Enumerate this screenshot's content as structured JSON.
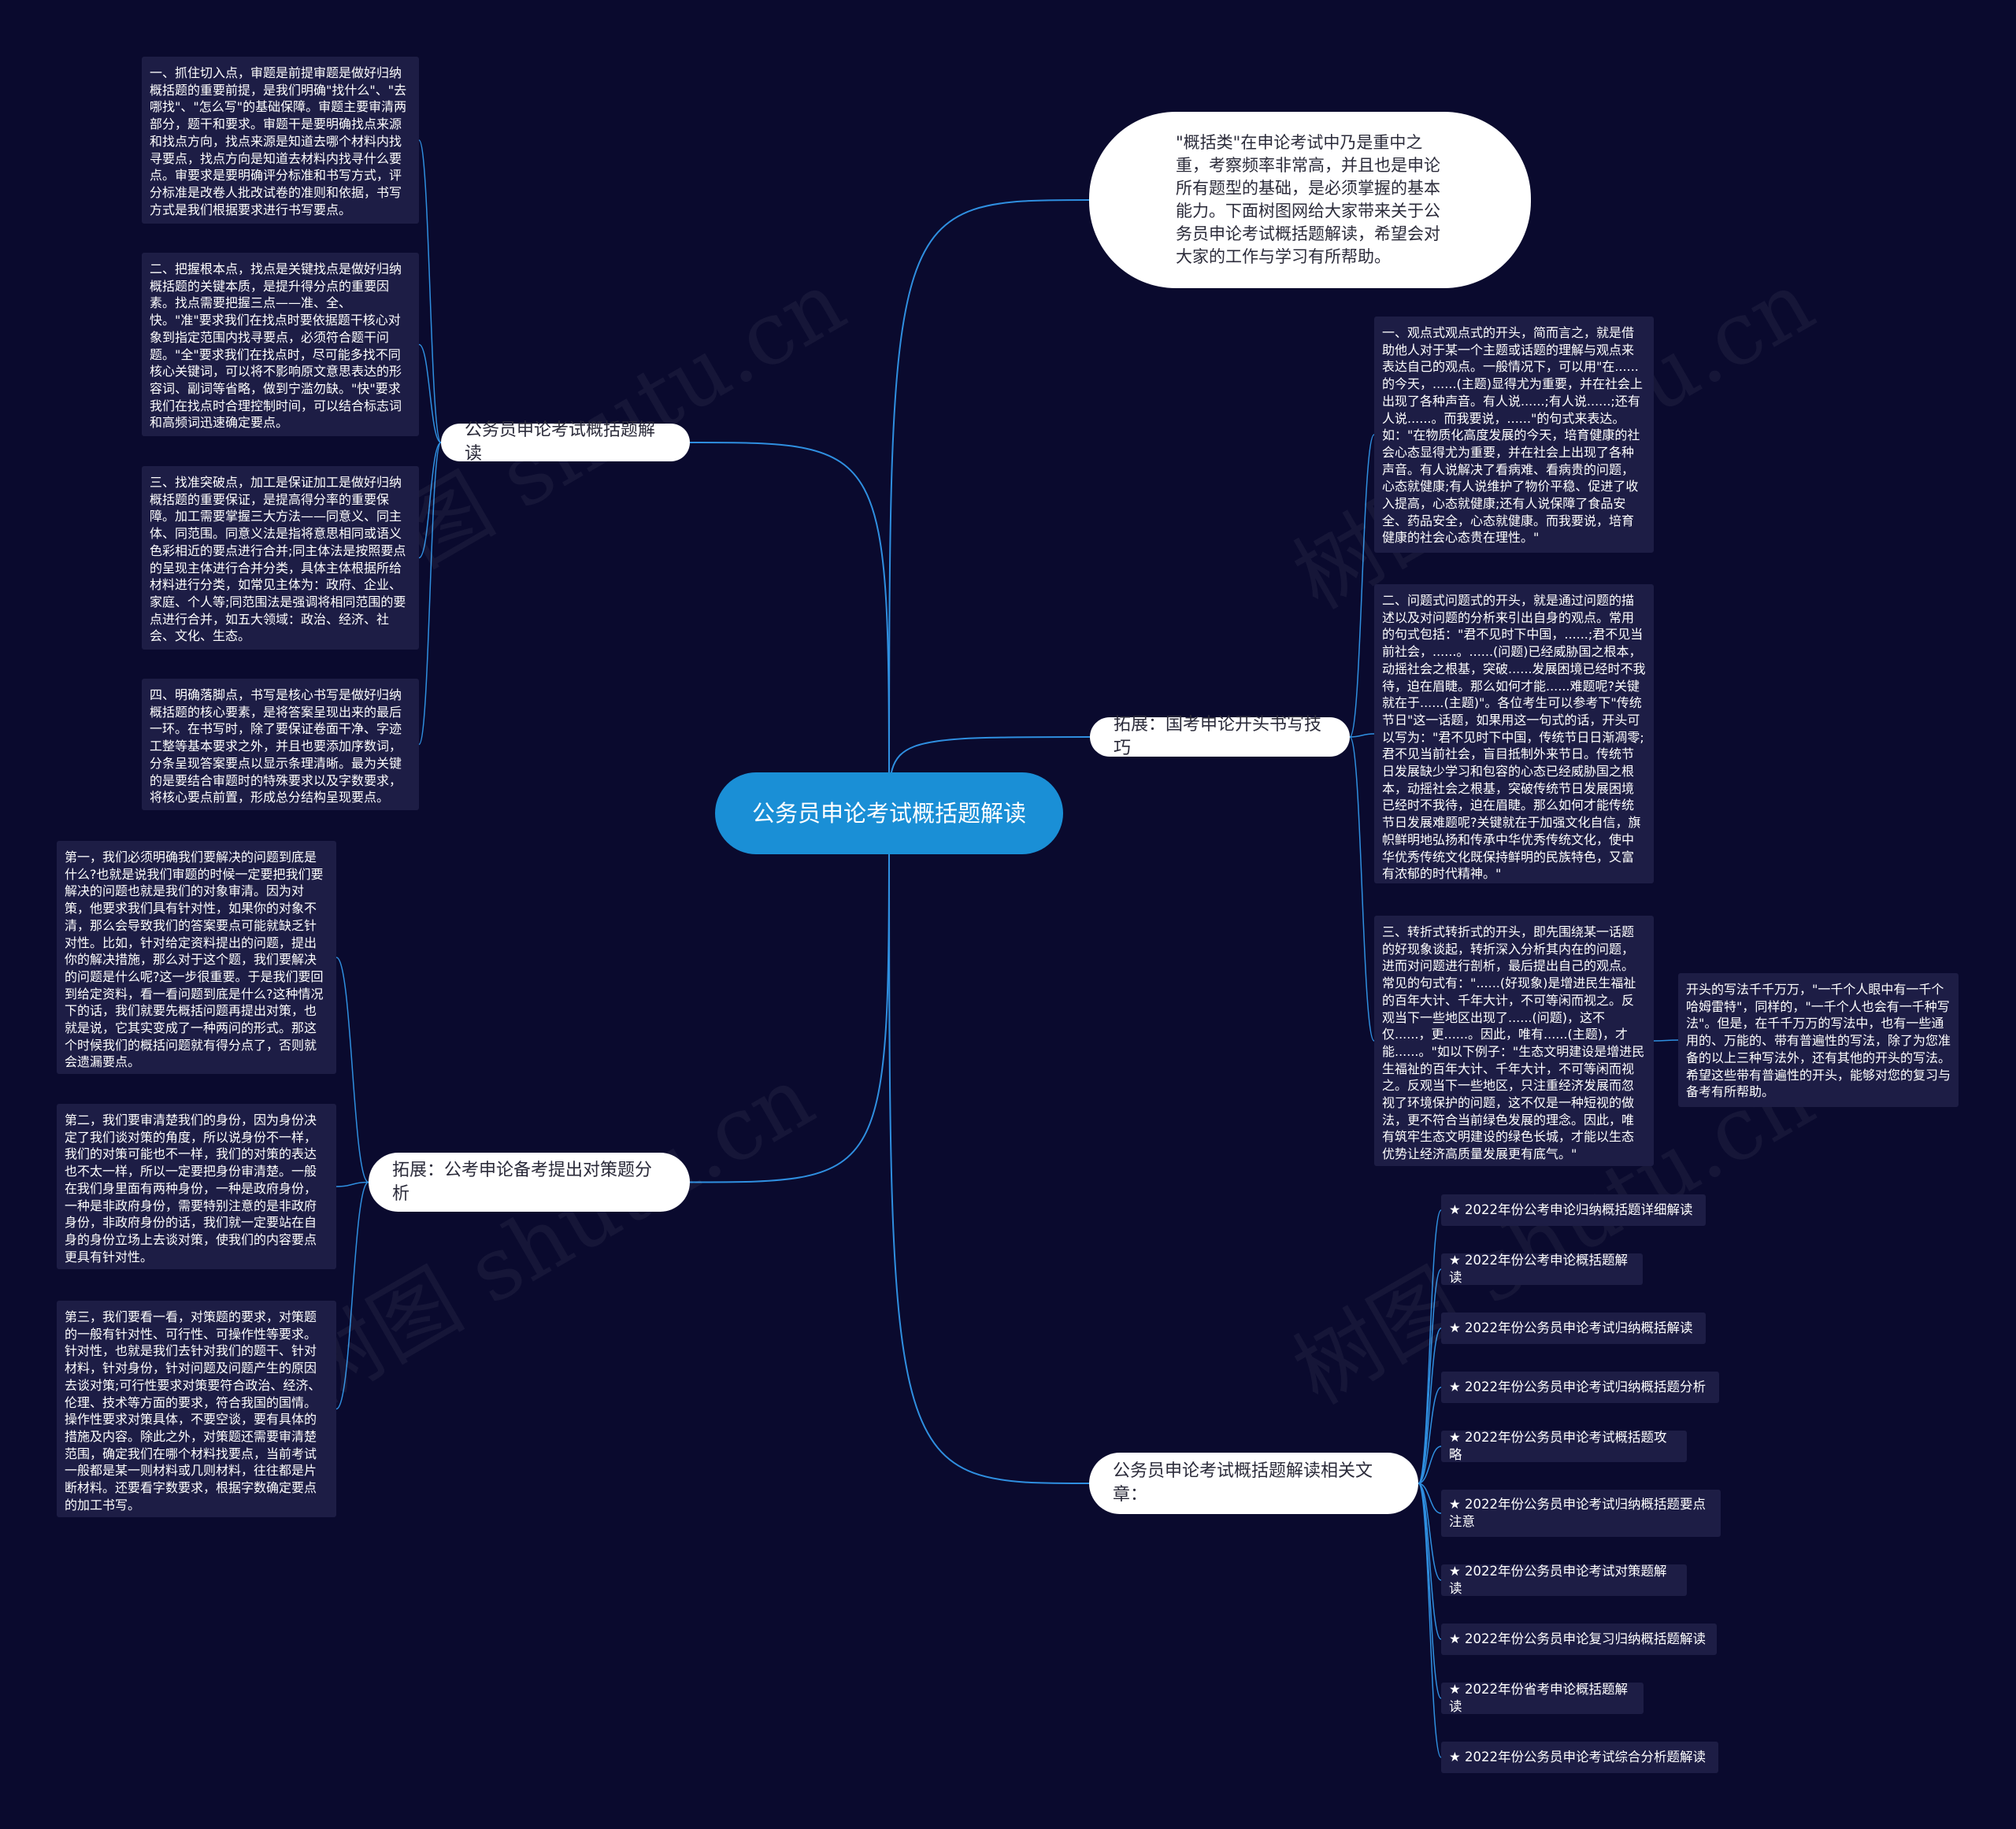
{
  "center": {
    "title": "公务员申论考试概括题解读"
  },
  "intro": {
    "text": "\"概括类\"在申论考试中乃是重中之重，考察频率非常高，并且也是申论所有题型的基础，是必须掌握的基本能力。下面树图网给大家带来关于公务员申论考试概括题解读，希望会对大家的工作与学习有所帮助。"
  },
  "branches": {
    "interpret": {
      "label": "公务员申论考试概括题解读",
      "items": [
        "一、抓住切入点，审题是前提审题是做好归纳概括题的重要前提，是我们明确\"找什么\"、\"去哪找\"、\"怎么写\"的基础保障。审题主要审清两部分，题干和要求。审题干是要明确找点来源和找点方向，找点来源是知道去哪个材料内找寻要点，找点方向是知道去材料内找寻什么要点。审要求是要明确评分标准和书写方式，评分标准是改卷人批改试卷的准则和依据，书写方式是我们根据要求进行书写要点。",
        "二、把握根本点，找点是关键找点是做好归纳概括题的关键本质，是提升得分点的重要因素。找点需要把握三点——准、全、快。\"准\"要求我们在找点时要依据题干核心对象到指定范围内找寻要点，必须符合题干问题。\"全\"要求我们在找点时，尽可能多找不同核心关键词，可以将不影响原文意思表达的形容词、副词等省略，做到宁滥勿缺。\"快\"要求我们在找点时合理控制时间，可以结合标志词和高频词迅速确定要点。",
        "三、找准突破点，加工是保证加工是做好归纳概括题的重要保证，是提高得分率的重要保障。加工需要掌握三大方法——同意义、同主体、同范围。同意义法是指将意思相同或语义色彩相近的要点进行合并;同主体法是按照要点的呈现主体进行合并分类，具体主体根据所给材料进行分类，如常见主体为：政府、企业、家庭、个人等;同范围法是强调将相同范围的要点进行合并，如五大领域：政治、经济、社会、文化、生态。",
        "四、明确落脚点，书写是核心书写是做好归纳概括题的核心要素，是将答案呈现出来的最后一环。在书写时，除了要保证卷面干净、字迹工整等基本要求之外，并且也要添加序数词，分条呈现答案要点以显示条理清晰。最为关键的是要结合审题时的特殊要求以及字数要求，将核心要点前置，形成总分结构呈现要点。"
      ]
    },
    "opening": {
      "label": "拓展：国考申论开头书写技巧",
      "items": [
        "一、观点式观点式的开头，简而言之，就是借助他人对于某一个主题或话题的理解与观点来表达自己的观点。一般情况下，可以用\"在......的今天，......(主题)显得尤为重要，并在社会上出现了各种声音。有人说......;有人说......;还有人说......。而我要说，......\"的句式来表达。如：\"在物质化高度发展的今天，培育健康的社会心态显得尤为重要，并在社会上出现了各种声音。有人说解决了看病难、看病贵的问题，心态就健康;有人说维护了物价平稳、促进了收入提高，心态就健康;还有人说保障了食品安全、药品安全，心态就健康。而我要说，培育健康的社会心态贵在理性。\"",
        "二、问题式问题式的开头，就是通过问题的描述以及对问题的分析来引出自身的观点。常用的句式包括：\"君不见时下中国，......;君不见当前社会，......。......(问题)已经威胁国之根本，动摇社会之根基，突破......发展困境已经时不我待，迫在眉睫。那么如何才能......难题呢?关键就在于......(主题)\"。各位考生可以参考下\"传统节日\"这一话题，如果用这一句式的话，开头可以写为：\"君不见时下中国，传统节日日渐凋零;君不见当前社会，盲目抵制外来节日。传统节日发展缺少学习和包容的心态已经威胁国之根本，动摇社会之根基，突破传统节日发展困境已经时不我待，迫在眉睫。那么如何才能传统节日发展难题呢?关键就在于加强文化自信，旗帜鲜明地弘扬和传承中华优秀传统文化，使中华优秀传统文化既保持鲜明的民族特色，又富有浓郁的时代精神。\"",
        "三、转折式转折式的开头，即先围绕某一话题的好现象谈起，转折深入分析其内在的问题，进而对问题进行剖析，最后提出自己的观点。常见的句式有：\"......(好现象)是增进民生福祉的百年大计、千年大计，不可等闲而视之。反观当下一些地区出现了......(问题)，这不仅......，更......。因此，唯有......(主题)，才能......。\"如以下例子：\"生态文明建设是增进民生福祉的百年大计、千年大计，不可等闲而视之。反观当下一些地区，只注重经济发展而忽视了环境保护的问题，这不仅是一种短视的做法，更不符合当前绿色发展的理念。因此，唯有筑牢生态文明建设的绿色长城，才能以生态优势让经济高质量发展更有底气。\""
      ],
      "note": "开头的写法千千万万，\"一千个人眼中有一千个哈姆雷特\"，同样的，\"一千个人也会有一千种写法\"。但是，在千千万万的写法中，也有一些通用的、万能的、带有普遍性的写法，除了为您准备的以上三种写法外，还有其他的开头的写法。希望这些带有普遍性的开头，能够对您的复习与备考有所帮助。"
    },
    "policy": {
      "label": "拓展：公考申论备考提出对策题分析",
      "items": [
        "第一，我们必须明确我们要解决的问题到底是什么?也就是说我们审题的时候一定要把我们要解决的问题也就是我们的对象审清。因为对策，他要求我们具有针对性，如果你的对象不清，那么会导致我们的答案要点可能就缺乏针对性。比如，针对给定资料提出的问题，提出你的解决措施，那么对于这个题，我们要解决的问题是什么呢?这一步很重要。于是我们要回到给定资料，看一看问题到底是什么?这种情况下的话，我们就要先概括问题再提出对策，也就是说，它其实变成了一种两问的形式。那这个时候我们的概括问题就有得分点了，否则就会遗漏要点。",
        "第二，我们要审清楚我们的身份，因为身份决定了我们谈对策的角度，所以说身份不一样，我们的对策可能也不一样，我们的对策的表达也不太一样，所以一定要把身份审清楚。一般在我们身里面有两种身份，一种是政府身份，一种是非政府身份，需要特别注意的是非政府身份，非政府身份的话，我们就一定要站在自身的身份立场上去谈对策，使我们的内容要点更具有针对性。",
        "第三，我们要看一看，对策题的要求，对策题的一般有针对性、可行性、可操作性等要求。针对性，也就是我们去针对我们的题干、针对材料，针对身份，针对问题及问题产生的原因去谈对策;可行性要求对策要符合政治、经济、伦理、技术等方面的要求，符合我国的国情。操作性要求对策具体，不要空谈，要有具体的措施及内容。除此之外，对策题还需要审清楚范围，确定我们在哪个材料找要点，当前考试一般都是某一则材料或几则材料，往往都是片断材料。还要看字数要求，根据字数确定要点的加工书写。"
      ]
    },
    "related": {
      "label": "公务员申论考试概括题解读相关文章：",
      "items": [
        "★ 2022年份公考申论归纳概括题详细解读",
        "★ 2022年份公考申论概括题解读",
        "★ 2022年份公务员申论考试归纳概括解读",
        "★ 2022年份公务员申论考试归纳概括题分析",
        "★ 2022年份公务员申论考试概括题攻略",
        "★ 2022年份公务员申论考试归纳概括题要点注意",
        "★ 2022年份公务员申论考试对策题解读",
        "★ 2022年份公务员申论复习归纳概括题解读",
        "★ 2022年份省考申论概括题解读",
        "★ 2022年份公务员申论考试综合分析题解读"
      ]
    }
  },
  "watermark": {
    "text": "树图 shutu.cn"
  },
  "colors": {
    "background": "#0a0a2e",
    "link": "#2f8fe0",
    "center": "#1a8fd6",
    "card": "#1d1d45"
  }
}
